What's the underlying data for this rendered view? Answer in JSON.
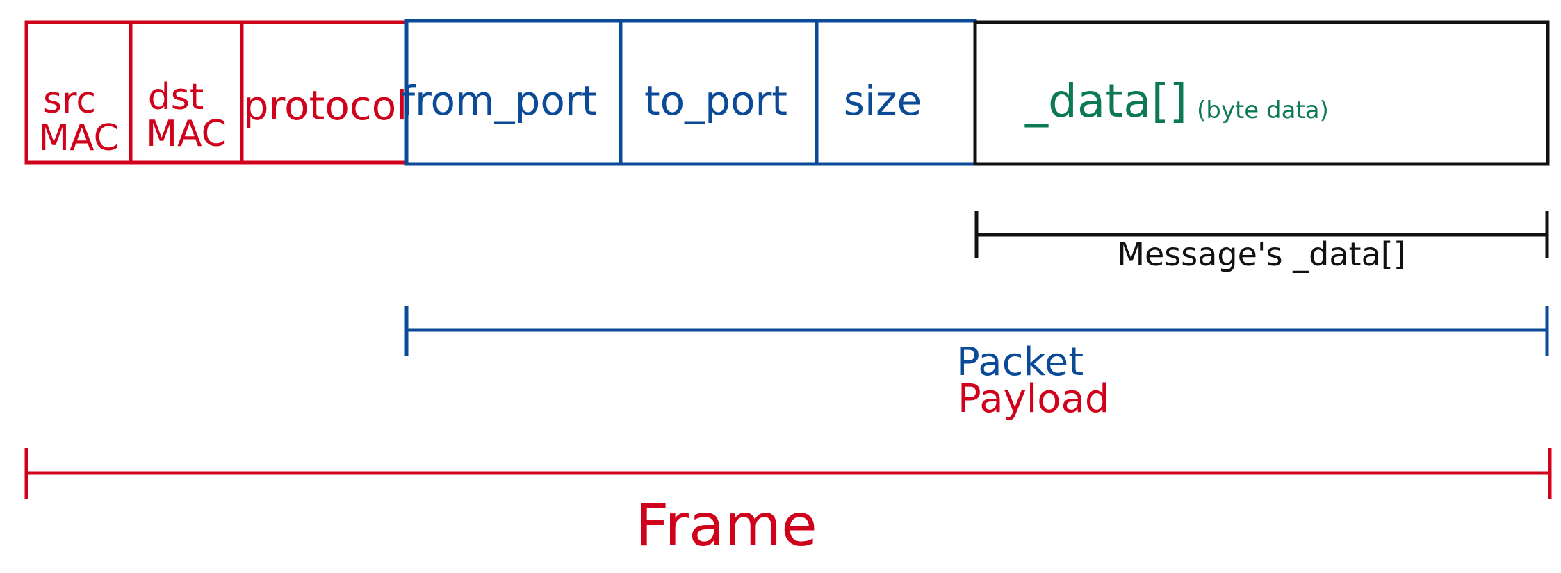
{
  "colors": {
    "frame": "#d0021b",
    "packet": "#0b4a97",
    "message": "#111111",
    "data": "#0b7a52"
  },
  "frame_header": {
    "src_mac": {
      "line1": "src",
      "line2": "MAC"
    },
    "dst_mac": {
      "line1": "dst",
      "line2": "MAC"
    },
    "protocol": "protocol"
  },
  "packet_header": {
    "from_port": "from_port",
    "to_port": "to_port",
    "size": "size"
  },
  "message": {
    "data_field": "_data[]",
    "data_note": "(byte data)"
  },
  "spans": {
    "message_label": "Message's _data[]",
    "packet_label": "Packet",
    "payload_label": "Payload",
    "frame_label": "Frame"
  }
}
